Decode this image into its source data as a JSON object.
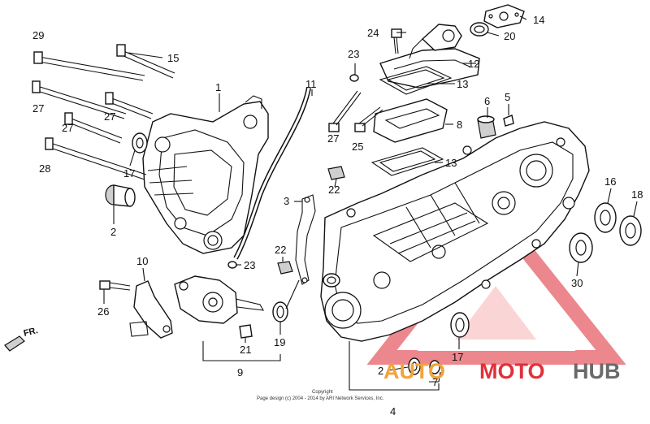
{
  "diagram": {
    "callouts": [
      {
        "id": "c29",
        "text": "29"
      },
      {
        "id": "c15",
        "text": "15"
      },
      {
        "id": "c1",
        "text": "1"
      },
      {
        "id": "c27a",
        "text": "27"
      },
      {
        "id": "c27b",
        "text": "27"
      },
      {
        "id": "c27c",
        "text": "27"
      },
      {
        "id": "c17a",
        "text": "17"
      },
      {
        "id": "c28",
        "text": "28"
      },
      {
        "id": "c2a",
        "text": "2"
      },
      {
        "id": "c11",
        "text": "11"
      },
      {
        "id": "c23a",
        "text": "23"
      },
      {
        "id": "c24",
        "text": "24"
      },
      {
        "id": "c14",
        "text": "14"
      },
      {
        "id": "c20",
        "text": "20"
      },
      {
        "id": "c12",
        "text": "12"
      },
      {
        "id": "c13a",
        "text": "13"
      },
      {
        "id": "c27d",
        "text": "27"
      },
      {
        "id": "c25",
        "text": "25"
      },
      {
        "id": "c8",
        "text": "8"
      },
      {
        "id": "c6",
        "text": "6"
      },
      {
        "id": "c5",
        "text": "5"
      },
      {
        "id": "c13b",
        "text": "13"
      },
      {
        "id": "c22a",
        "text": "22"
      },
      {
        "id": "c3",
        "text": "3"
      },
      {
        "id": "c16",
        "text": "16"
      },
      {
        "id": "c18",
        "text": "18"
      },
      {
        "id": "c23b",
        "text": "23"
      },
      {
        "id": "c22b",
        "text": "22"
      },
      {
        "id": "c10",
        "text": "10"
      },
      {
        "id": "c30",
        "text": "30"
      },
      {
        "id": "c26",
        "text": "26"
      },
      {
        "id": "c21",
        "text": "21"
      },
      {
        "id": "c19",
        "text": "19"
      },
      {
        "id": "c9",
        "text": "9"
      },
      {
        "id": "c17b",
        "text": "17"
      },
      {
        "id": "c2b",
        "text": "2"
      },
      {
        "id": "c7",
        "text": "7"
      },
      {
        "id": "c4",
        "text": "4"
      }
    ],
    "front_marker": "FR.",
    "copyright_line1": "Copyright",
    "copyright_line2": "Page design (c) 2004 - 2014 by ARI Network Services, Inc."
  },
  "watermark": {
    "part1": "AUTO",
    "part2": "MOTO",
    "part3": "HUB",
    "color_orange": "#f2a43a",
    "color_red": "#e0303a",
    "color_gray": "#6a6a6a"
  }
}
